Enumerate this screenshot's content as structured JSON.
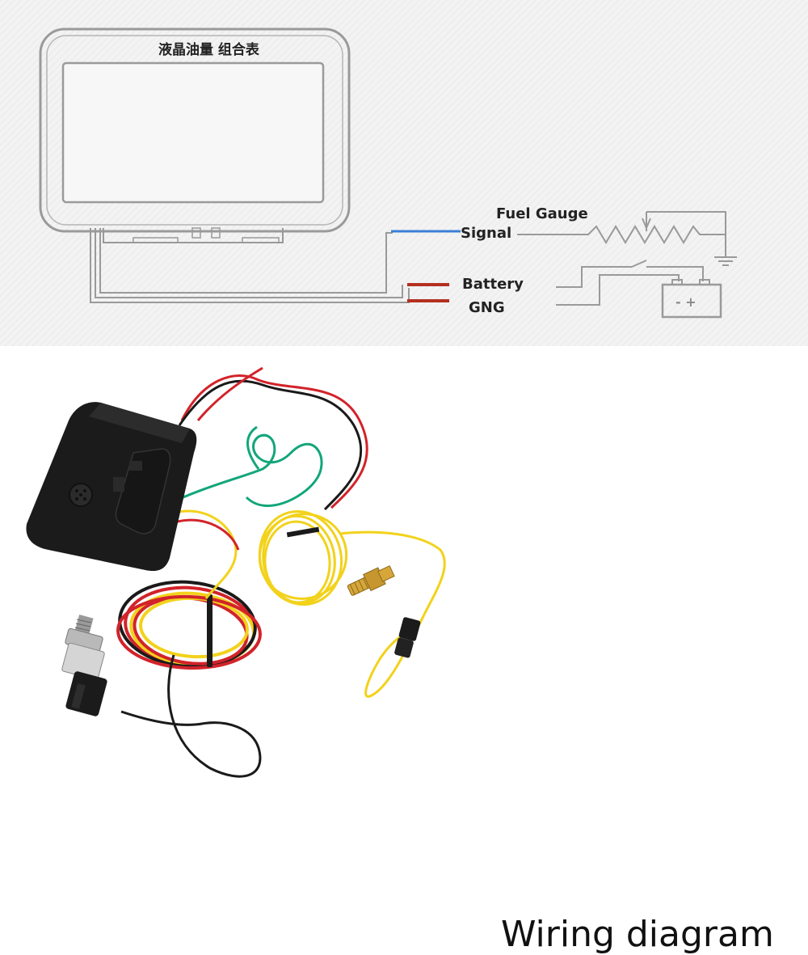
{
  "diagram": {
    "display_title": "液晶油量 组合表",
    "labels": {
      "fuel_gauge": "Fuel Gauge",
      "signal": "Signal",
      "battery": "Battery",
      "gng": "GNG"
    },
    "battery_symbol": "- +",
    "colors": {
      "line": "#9a9a9a",
      "signal_wire": "#3a7fd6",
      "power_wire": "#b3301f"
    }
  },
  "photo": {
    "caption": "Wiring diagram",
    "colors": {
      "red_wire": "#d2232a",
      "black_wire": "#1a1a1a",
      "yellow_wire": "#f2d21b",
      "green_wire": "#12a67a",
      "brass": "#d6a63a",
      "housing": "#1b1b1b"
    }
  }
}
